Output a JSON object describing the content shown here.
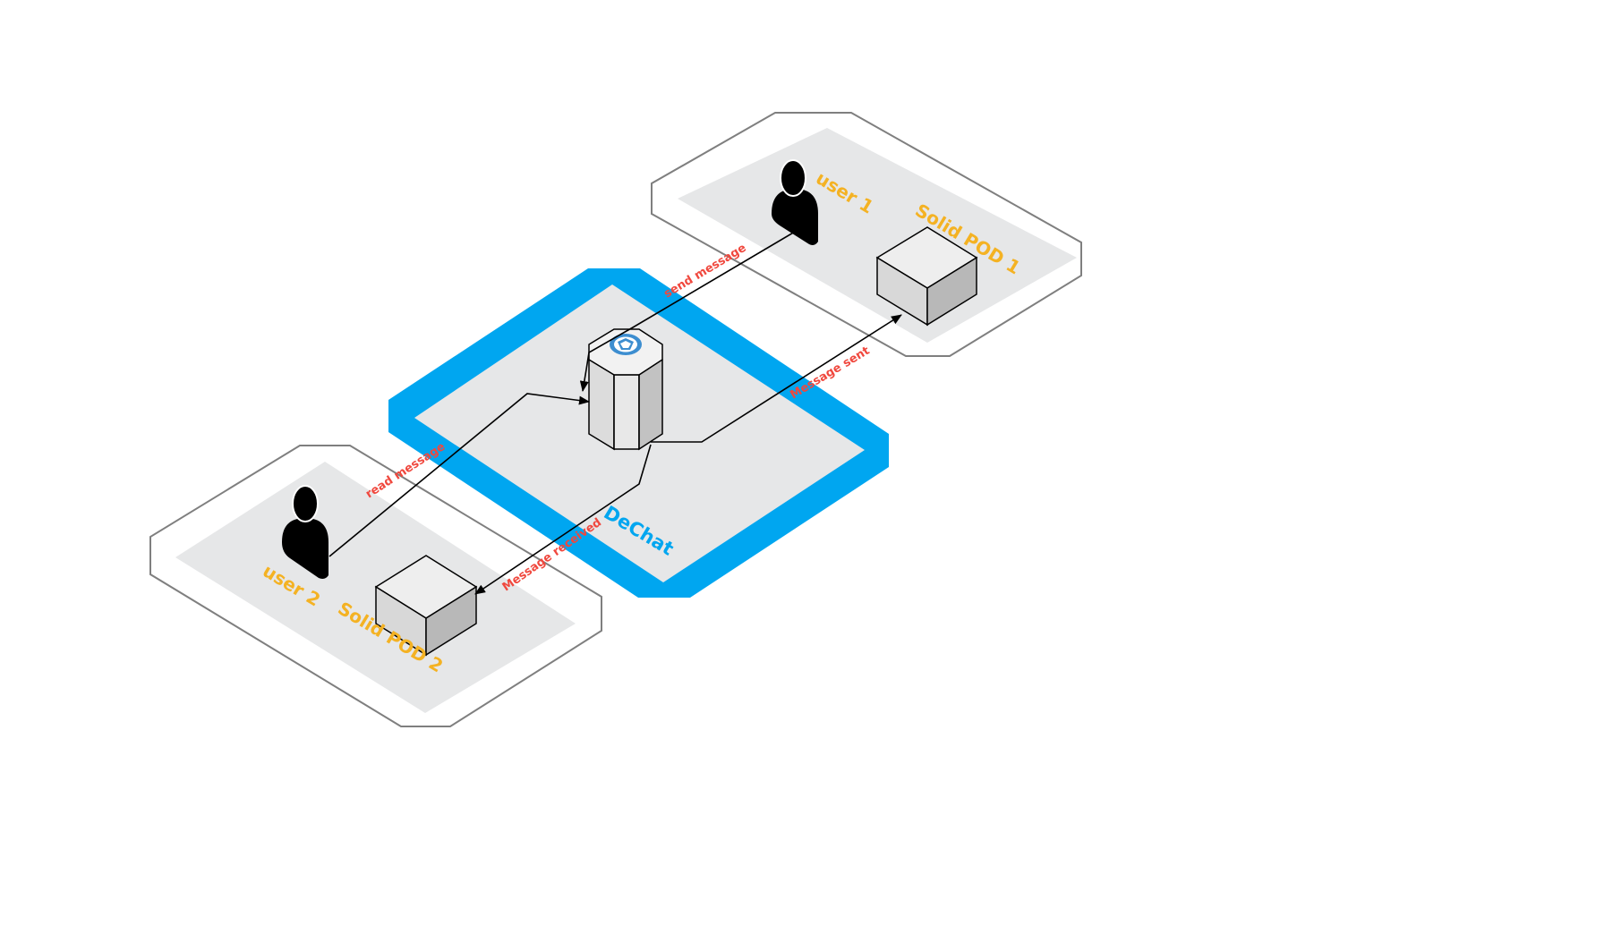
{
  "colors": {
    "accent": "#00a6f0",
    "label_orange": "#f4b223",
    "flow_red": "#f0483e",
    "zone_fill": "#e6e7e8",
    "zone_outline": "#7f7f7f",
    "box_top": "#eeeeee",
    "box_left": "#d8d8d8",
    "box_right": "#b8b8b8",
    "icon_blue": "#3d8ed0"
  },
  "zones": {
    "zone1": {
      "user_label": "user 1",
      "pod_label": "Solid POD 1"
    },
    "zone2": {
      "user_label": "user 2",
      "pod_label": "Solid POD 2"
    },
    "app": {
      "label": "DeChat",
      "icon": "dechat-logo-icon"
    }
  },
  "icons": {
    "user": "user-silhouette-icon",
    "pod": "storage-box-icon",
    "server": "server-cylinder-icon"
  },
  "flows": {
    "send_message": "send message",
    "message_sent": "Message sent",
    "read_message": "read message",
    "message_received": "Message received"
  }
}
